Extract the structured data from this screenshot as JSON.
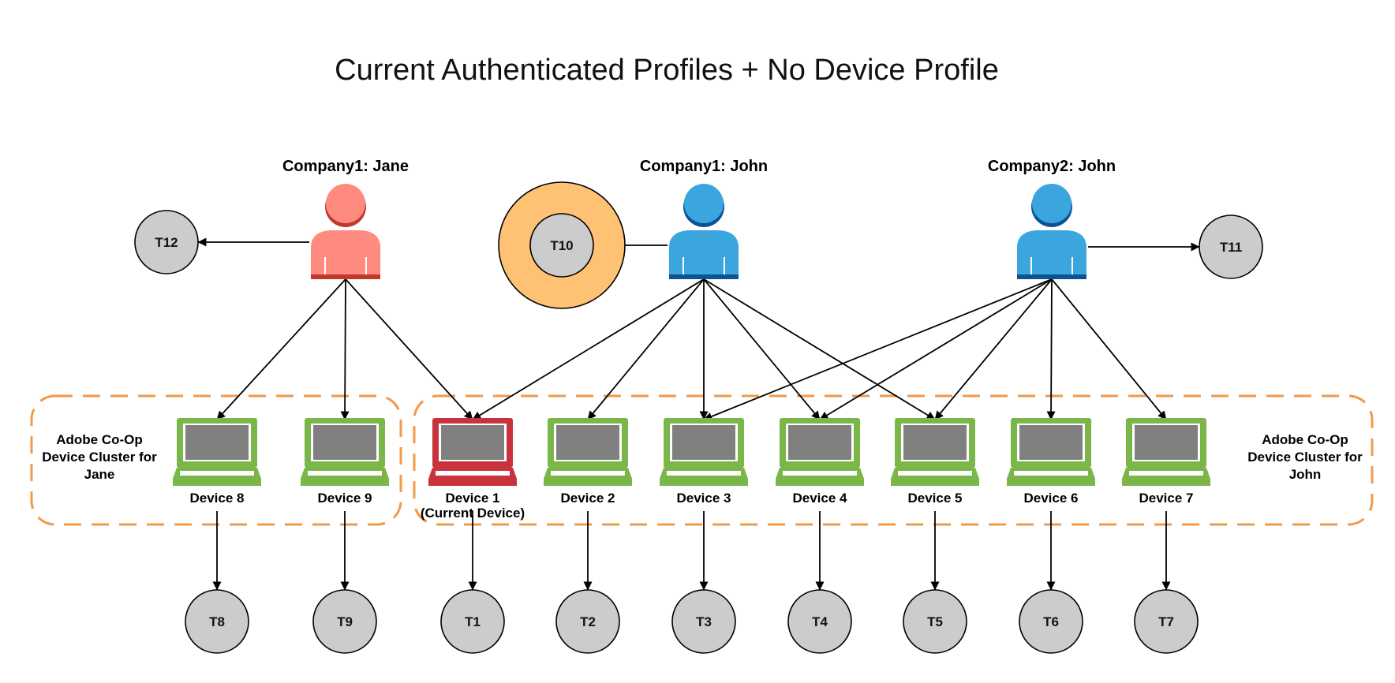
{
  "title": "Current Authenticated Profiles + No Device Profile",
  "colors": {
    "jane_profile": "#FF8A80",
    "jane_profile_dark": "#C0392B",
    "john_profile": "#3AA6DD",
    "john_profile_dark": "#0B5394",
    "device_normal": "#7AB648",
    "device_current": "#C7323C",
    "device_screen": "#808080",
    "cluster_border": "#F2994A",
    "token_fill": "#CCCCCC",
    "t10_ring": "#FFC274"
  },
  "profiles": [
    {
      "id": "jane",
      "label": "Company1: Jane",
      "icon": "person-icon",
      "tone": "jane"
    },
    {
      "id": "john1",
      "label": "Company1: John",
      "icon": "person-icon",
      "tone": "john"
    },
    {
      "id": "john2",
      "label": "Company2: John",
      "icon": "person-icon",
      "tone": "john"
    }
  ],
  "devices": [
    {
      "id": "d8",
      "label": "Device 8",
      "current": false,
      "icon": "laptop-icon"
    },
    {
      "id": "d9",
      "label": "Device 9",
      "current": false,
      "icon": "laptop-icon"
    },
    {
      "id": "d1",
      "label": "Device 1",
      "label2": "(Current Device)",
      "current": true,
      "icon": "laptop-icon"
    },
    {
      "id": "d2",
      "label": "Device 2",
      "current": false,
      "icon": "laptop-icon"
    },
    {
      "id": "d3",
      "label": "Device 3",
      "current": false,
      "icon": "laptop-icon"
    },
    {
      "id": "d4",
      "label": "Device 4",
      "current": false,
      "icon": "laptop-icon"
    },
    {
      "id": "d5",
      "label": "Device 5",
      "current": false,
      "icon": "laptop-icon"
    },
    {
      "id": "d6",
      "label": "Device 6",
      "current": false,
      "icon": "laptop-icon"
    },
    {
      "id": "d7",
      "label": "Device 7",
      "current": false,
      "icon": "laptop-icon"
    }
  ],
  "tokens": [
    {
      "id": "T8",
      "label": "T8",
      "from": "d8"
    },
    {
      "id": "T9",
      "label": "T9",
      "from": "d9"
    },
    {
      "id": "T1",
      "label": "T1",
      "from": "d1"
    },
    {
      "id": "T2",
      "label": "T2",
      "from": "d2"
    },
    {
      "id": "T3",
      "label": "T3",
      "from": "d3"
    },
    {
      "id": "T4",
      "label": "T4",
      "from": "d4"
    },
    {
      "id": "T5",
      "label": "T5",
      "from": "d5"
    },
    {
      "id": "T6",
      "label": "T6",
      "from": "d6"
    },
    {
      "id": "T7",
      "label": "T7",
      "from": "d7"
    },
    {
      "id": "T12",
      "label": "T12",
      "from": "jane"
    },
    {
      "id": "T10",
      "label": "T10",
      "from": "john1",
      "highlighted": true
    },
    {
      "id": "T11",
      "label": "T11",
      "from": "john2"
    }
  ],
  "clusters": [
    {
      "id": "jane-cluster",
      "lines": [
        "Adobe Co-Op",
        "Device Cluster for",
        "Jane"
      ]
    },
    {
      "id": "john-cluster",
      "lines": [
        "Adobe Co-Op",
        "Device Cluster for",
        "John"
      ]
    }
  ],
  "links": [
    [
      "jane",
      "d8"
    ],
    [
      "jane",
      "d9"
    ],
    [
      "jane",
      "d1"
    ],
    [
      "john1",
      "d1"
    ],
    [
      "john1",
      "d2"
    ],
    [
      "john1",
      "d3"
    ],
    [
      "john1",
      "d4"
    ],
    [
      "john1",
      "d5"
    ],
    [
      "john2",
      "d3"
    ],
    [
      "john2",
      "d4"
    ],
    [
      "john2",
      "d5"
    ],
    [
      "john2",
      "d6"
    ],
    [
      "john2",
      "d7"
    ]
  ]
}
